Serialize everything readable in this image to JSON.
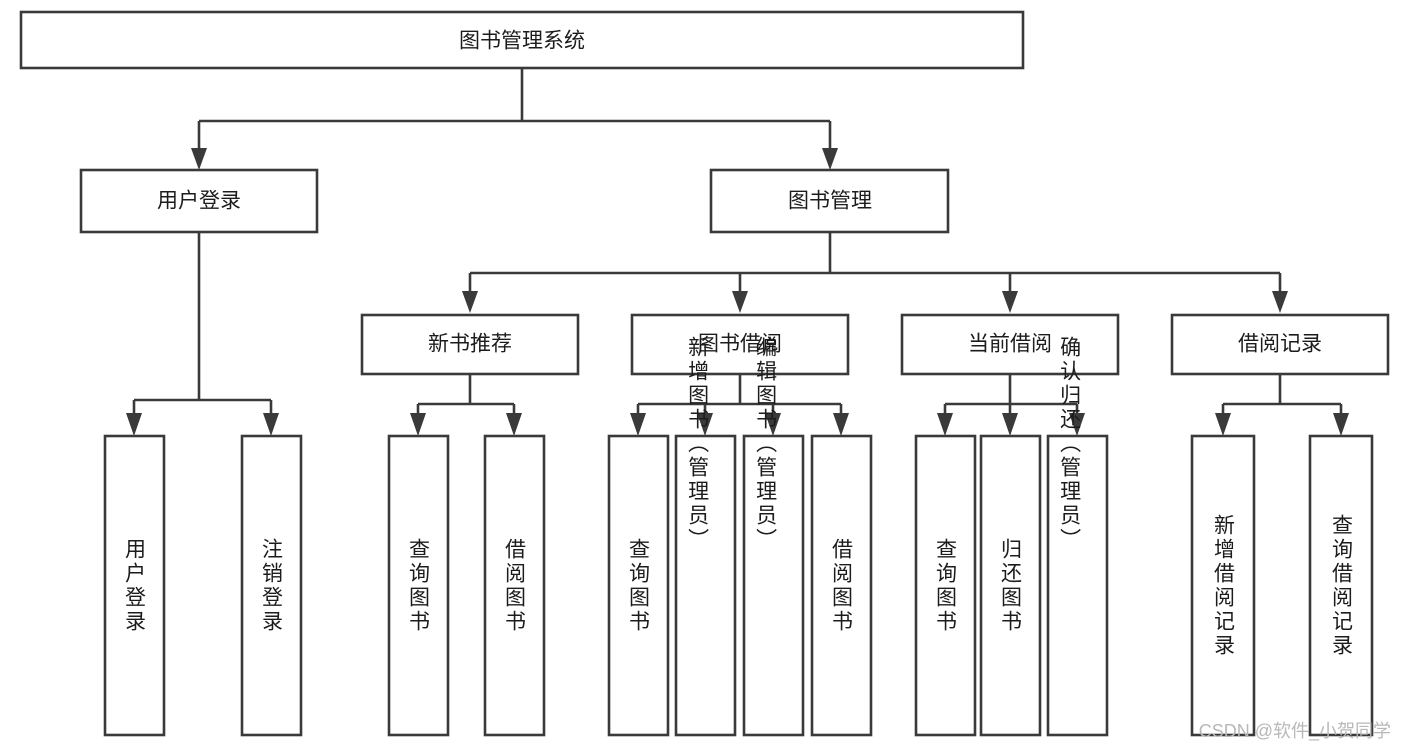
{
  "diagram": {
    "type": "hierarchy-tree",
    "title": "图书管理系统",
    "watermark": "CSDN @软件_小贺同学",
    "colors": {
      "stroke": "#3a3a3a",
      "box_fill": "#ffffff",
      "text": "#1c1c1c",
      "background": "#ffffff",
      "watermark": "#b8b8b8"
    },
    "root": {
      "label": "图书管理系统"
    },
    "level2": [
      {
        "label": "用户登录"
      },
      {
        "label": "图书管理"
      }
    ],
    "level3": [
      {
        "label": "新书推荐"
      },
      {
        "label": "图书借阅"
      },
      {
        "label": "当前借阅"
      },
      {
        "label": "借阅记录"
      }
    ],
    "leaves_user_login": [
      {
        "label": "用户登录"
      },
      {
        "label": "注销登录"
      }
    ],
    "leaves_new_book": [
      {
        "label": "查询图书"
      },
      {
        "label": "借阅图书"
      }
    ],
    "leaves_borrow": [
      {
        "label": "查询图书"
      },
      {
        "label": "新增图书（管理员）"
      },
      {
        "label": "编辑图书（管理员）"
      },
      {
        "label": "借阅图书"
      }
    ],
    "leaves_current": [
      {
        "label": "查询图书"
      },
      {
        "label": "归还图书"
      },
      {
        "label": "确认归还（管理员）"
      }
    ],
    "leaves_records": [
      {
        "label": "新增借阅记录"
      },
      {
        "label": "查询借阅记录"
      }
    ]
  }
}
